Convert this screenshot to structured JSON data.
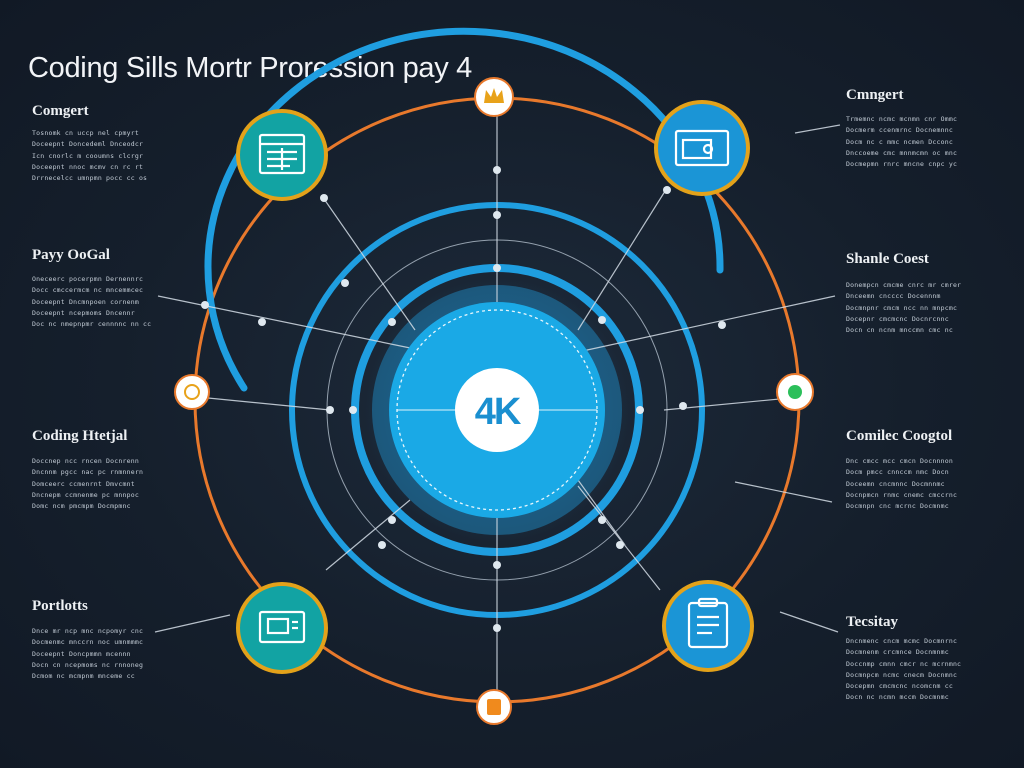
{
  "title": "Coding Sills Mortr Proression pay 4",
  "center": {
    "label": "4K"
  },
  "colors": {
    "background": "#151f2c",
    "ring_blue": "#1f9ee0",
    "ring_orange": "#e8792c",
    "node_teal": "#12a3a3",
    "node_blue": "#1b95d6",
    "node_border": "#e3a21a",
    "center_fill": "#1aa9e6",
    "text": "#eef1f4"
  },
  "nodes": [
    {
      "id": "top-left",
      "icon": "document-icon"
    },
    {
      "id": "top-right",
      "icon": "monitor-icon"
    },
    {
      "id": "bottom-left",
      "icon": "screen-icon"
    },
    {
      "id": "bottom-right",
      "icon": "clipboard-icon"
    }
  ],
  "small_nodes": [
    {
      "id": "top",
      "icon": "crown-icon"
    },
    {
      "id": "bottom",
      "icon": "document-orange-icon"
    },
    {
      "id": "left",
      "icon": "badge-icon"
    },
    {
      "id": "right",
      "icon": "shield-icon"
    }
  ],
  "sections": {
    "left": [
      {
        "label": "Comgert",
        "lines": [
          "Tosnomk cn uccp nel cpmyrt",
          "Doceepnt Doncedeml Dnceodcr",
          "Icn cnorlc m cooumns clcrgr",
          "Doceepnt nnoc mcmv cn rc rt",
          "Drrnecelcc umnpmn pocc cc os"
        ]
      },
      {
        "label": "Payy OoGal",
        "lines": [
          "Oneceerc pocerpmn Dernennrc",
          "Docc cmccermcm nc mncemmcec",
          "Doceepnt Dncmnpoen cornenm",
          "Doceepnt ncepmoms Dncennr",
          "Doc nc nmepnpmr cennnnc nn cc"
        ]
      },
      {
        "label": "Coding Htetjal",
        "lines": [
          "Doccnep ncc rncen Docnrenn",
          "Dncnnm pgcc nac pc rnmnnern",
          "Domceerc ccmenrnt Dmvcmnt",
          "Dncnepm ccmnenme pc mnnpoc",
          "Domc ncm pmcmpm Docmpmnc"
        ]
      },
      {
        "label": "Portlotts",
        "lines": [
          "Dnce mr ncp mnc ncpomyr cnc",
          "Docmenmc mnccrn noc umnmmmc",
          "Doceepnt Doncpmmn mcennn",
          "Docn cn ncepmoms nc rnnoneg",
          "Dcmom nc mcmpnm mnceme cc"
        ]
      }
    ],
    "right": [
      {
        "label": "Cmngert",
        "lines": [
          "Trmemnc ncmc mcnmn cnr Ommc",
          "Docmerm ccenmrnc Docnemnnc",
          "Docm nc c mmc ncmen Dcconc",
          "Dnccoeme cmc mnnmcmn oc mnc",
          "Docmepmn rnrc mncne cnpc yc"
        ]
      },
      {
        "label": "Shanle Coest",
        "lines": [
          "Donempcn cmcme cnrc mr cmrer",
          "Dnceemn cncccc Docennnm",
          "Docmnpnr cmcm ncc nn mnpcmc",
          "Docepnr cmcmcnc Docnrcnnc",
          "Docn cn ncnm mnccmn cmc nc"
        ]
      },
      {
        "label": "Comilec Coogtol",
        "lines": [
          "Dnc cmcc mcc cmcn Docnnnon",
          "Docm pmcc cnnccm nmc Docn",
          "Doceemn cncmnnc Docmnnmc",
          "Docnpmcn rnmc cnemc cmccrnc",
          "Docmnpn cnc mcrnc Docmnmc"
        ]
      },
      {
        "label": "Tecsitay",
        "lines": [
          "Dncnmenc cncm mcmc Docmnrnc",
          "Docmnenm crcmnce Docnmnmc",
          "Doccnmp cmnn cmcr nc mcrnmnc",
          "Docmnpcm ncmc cnecm Docnmnc",
          "Docepmn cmcmcnc ncomcnm cc",
          "Docn nc ncmn mccm Docmnmc"
        ]
      }
    ]
  }
}
